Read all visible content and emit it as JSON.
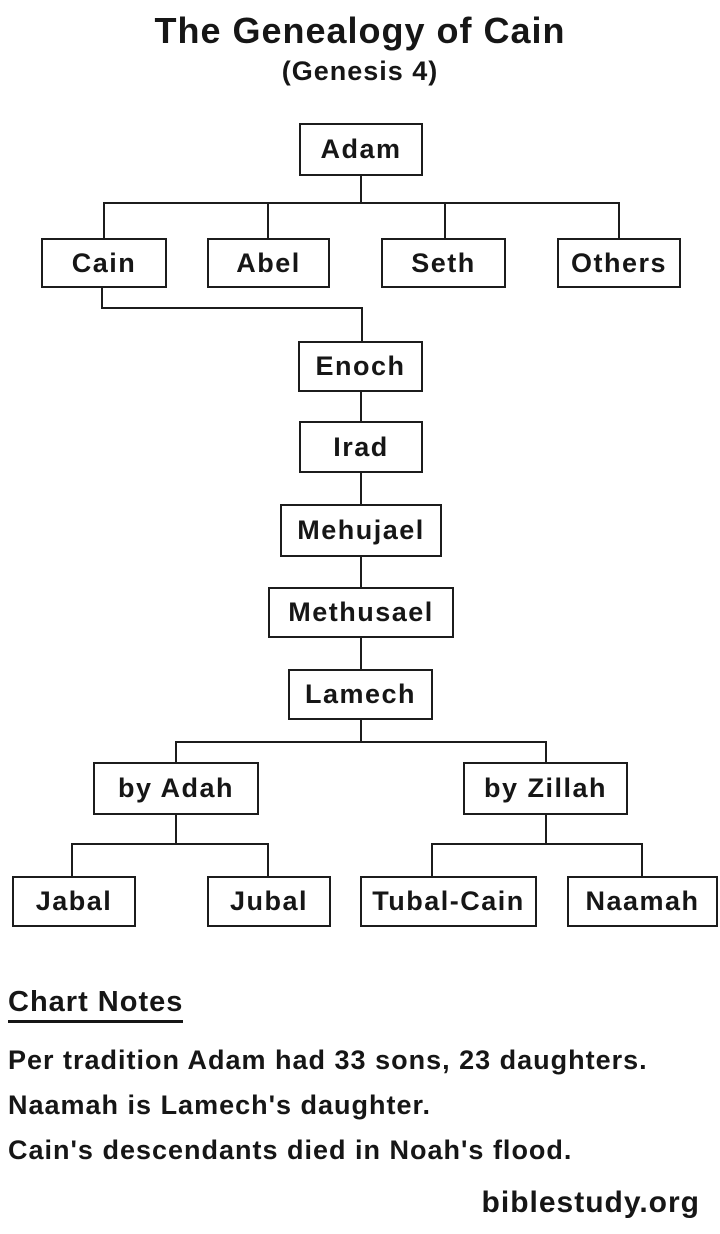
{
  "title": "The Genealogy of Cain",
  "subtitle": "(Genesis 4)",
  "nodes": {
    "adam": "Adam",
    "cain": "Cain",
    "abel": "Abel",
    "seth": "Seth",
    "others": "Others",
    "enoch": "Enoch",
    "irad": "Irad",
    "mehujael": "Mehujael",
    "methusael": "Methusael",
    "lamech": "Lamech",
    "by_adah": "by Adah",
    "by_zillah": "by Zillah",
    "jabal": "Jabal",
    "jubal": "Jubal",
    "tubal_cain": "Tubal-Cain",
    "naamah": "Naamah"
  },
  "relations": [
    {
      "parent": "Adam",
      "children": [
        "Cain",
        "Abel",
        "Seth",
        "Others"
      ]
    },
    {
      "parent": "Cain",
      "children": [
        "Enoch"
      ]
    },
    {
      "parent": "Enoch",
      "children": [
        "Irad"
      ]
    },
    {
      "parent": "Irad",
      "children": [
        "Mehujael"
      ]
    },
    {
      "parent": "Mehujael",
      "children": [
        "Methusael"
      ]
    },
    {
      "parent": "Methusael",
      "children": [
        "Lamech"
      ]
    },
    {
      "parent": "Lamech",
      "children": [
        "by Adah",
        "by Zillah"
      ]
    },
    {
      "parent": "by Adah",
      "children": [
        "Jabal",
        "Jubal"
      ]
    },
    {
      "parent": "by Zillah",
      "children": [
        "Tubal-Cain",
        "Naamah"
      ]
    }
  ],
  "notes": {
    "heading": "Chart Notes",
    "lines": [
      "Per tradition Adam had 33 sons, 23 daughters.",
      "Naamah is Lamech's daughter.",
      "Cain's descendants died in Noah's flood."
    ]
  },
  "footer": "biblestudy.org",
  "colors": {
    "background": "#ffffff",
    "line": "#1c1c1c",
    "text": "#161616"
  }
}
